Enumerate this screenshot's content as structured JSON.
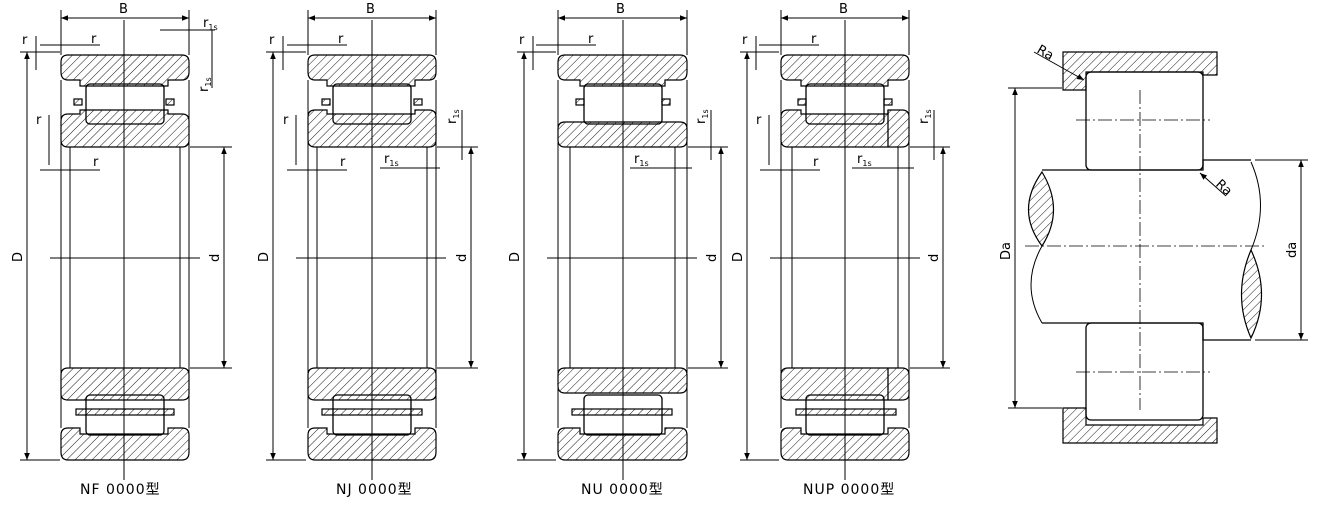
{
  "labels": {
    "B": "B",
    "D": "D",
    "d": "d",
    "r": "r",
    "r1s": "r",
    "r1s_sub": "1s",
    "Da": "Da",
    "da": "da",
    "Ra": "Ra"
  },
  "captions": {
    "nf": "NF 0000型",
    "nj": "NJ 0000型",
    "nu": "NU 0000型",
    "nup": "NUP 0000型"
  },
  "colors": {
    "line": "#000000",
    "background": "#ffffff"
  }
}
